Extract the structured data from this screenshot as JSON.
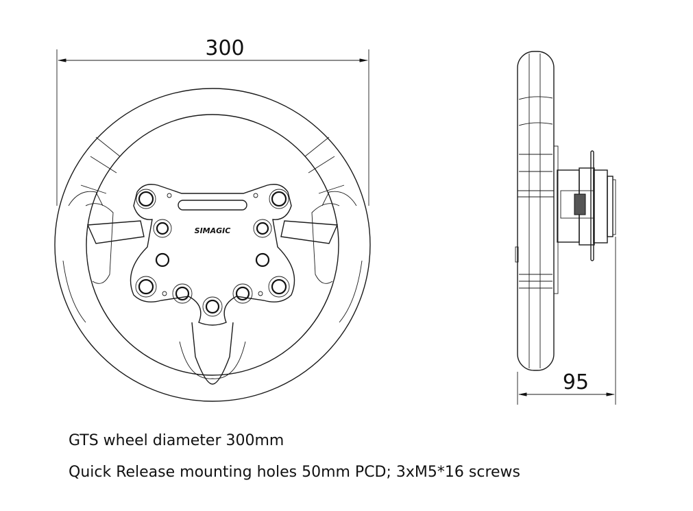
{
  "front_view": {
    "diameter_dimension": "300",
    "logo_text": "SIMAGIC"
  },
  "side_view": {
    "depth_dimension": "95"
  },
  "captions": {
    "line1": "GTS wheel diameter 300mm",
    "line2": "Quick Release mounting holes 50mm PCD; 3xM5*16 screws"
  }
}
